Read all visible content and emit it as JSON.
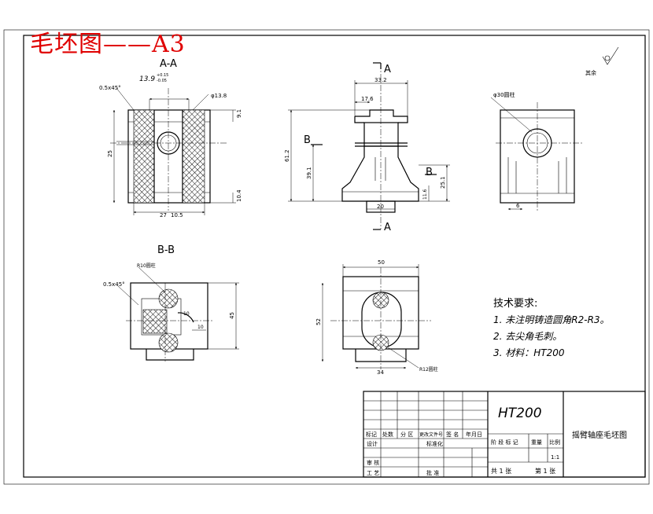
{
  "sheet_title": "毛坯图——A3",
  "roughness_note": "其余",
  "sections": {
    "aa": "A-A",
    "bb": "B-B",
    "a_top": "A",
    "a_bottom": "A",
    "b_left": "B",
    "b_right": "B"
  },
  "dims": {
    "chamfer_aa": "0.5x45°",
    "tol_main": "13.9",
    "tol_upper": "+0.15",
    "tol_lower": "-0.05",
    "dia_13": "φ13.8",
    "d_9_1": "9.1",
    "d_25": "25",
    "d_10_4": "10.4",
    "d_27": "27",
    "d_10_5": "10.5",
    "d_33_2": "33.2",
    "d_17_6": "17.6",
    "d_61_2": "61.2",
    "d_39_1": "39.1",
    "d_25_1": "25.1",
    "d_11_6": "11.6",
    "d_20": "20",
    "dia_30": "φ30圆柱",
    "d_6": "6",
    "r_10": "R10圆柱",
    "chamfer_bb": "0.5x45°",
    "d_10_a": "10",
    "d_10_b": "10",
    "d_45": "45",
    "d_50": "50",
    "d_52": "52",
    "d_34": "34",
    "r_12": "R12圆柱"
  },
  "notes": {
    "heading": "技术要求:",
    "items": [
      "1. 未注明铸造圆角R2-R3。",
      "2. 去尖角毛刺。",
      "3. 材料：HT200"
    ]
  },
  "title_block": {
    "material": "HT200",
    "part_name": "摇臂轴座毛坯图",
    "scale": "1:1",
    "sheet_total": "共 1 张",
    "sheet_no": "第 1 张",
    "row_labels": [
      "标记",
      "处数",
      "分 区",
      "更改文件号",
      "签 名",
      "年月日"
    ],
    "design": "设计",
    "standard": "标准化",
    "review": "审 核",
    "process": "工 艺",
    "approve": "批 准",
    "stage_mark": "阶 段 标 记",
    "weight": "重量",
    "ratio": "比例"
  }
}
